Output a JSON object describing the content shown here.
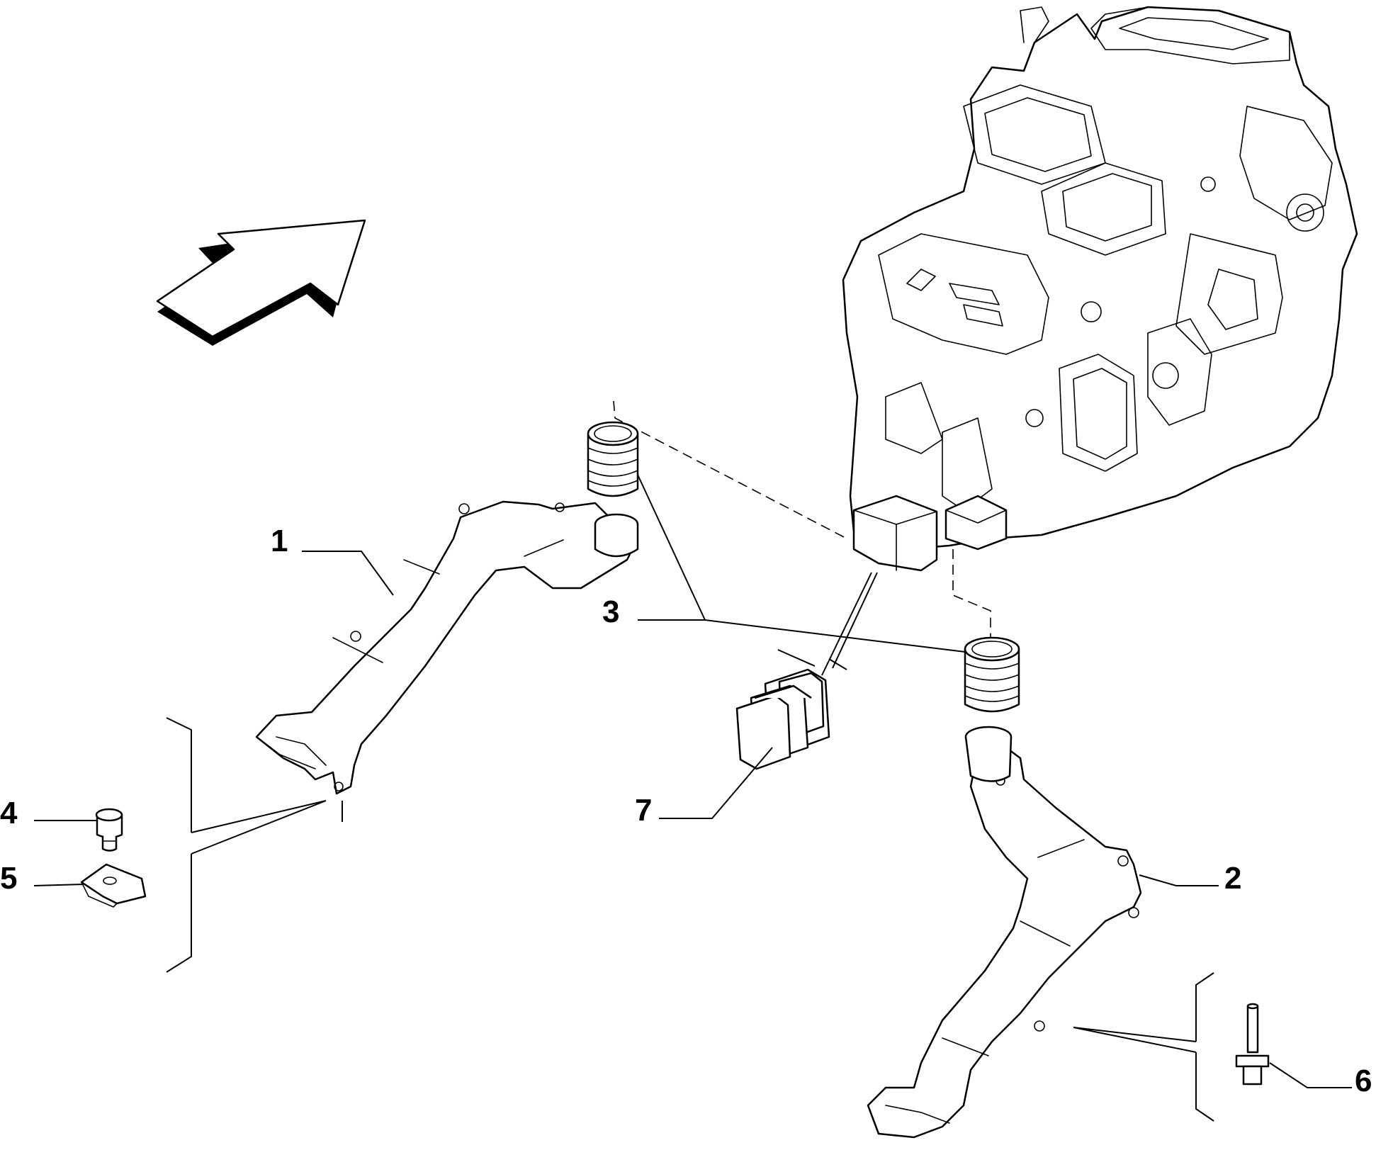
{
  "callouts": {
    "c1": "1",
    "c2": "2",
    "c3": "3",
    "c4": "4",
    "c5": "5",
    "c6": "6",
    "c7": "7"
  },
  "colors": {
    "line": "#000000",
    "background": "#ffffff"
  },
  "icons": {
    "orientation": "direction-arrow-icon"
  }
}
